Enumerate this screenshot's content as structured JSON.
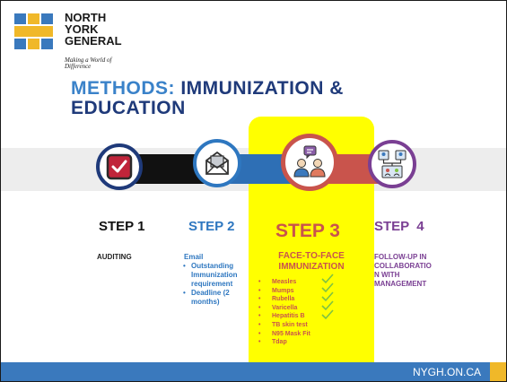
{
  "logo": {
    "lines": [
      "NORTH",
      "YORK",
      "GENERAL"
    ],
    "tagline": "Making a World of Difference"
  },
  "title": {
    "accent": "METHODS:",
    "rest": " IMMUNIZATION &",
    "line2": "EDUCATION"
  },
  "steps": [
    {
      "label": "STEP 1",
      "desc": "AUDITING",
      "icon": "checkbox-icon"
    },
    {
      "label": "STEP 2",
      "desc_head": "Email",
      "bullets": [
        "Outstanding Immunization requirement",
        "Deadline (2 months)"
      ],
      "icon": "envelope-icon"
    },
    {
      "label": "STEP 3",
      "desc_head": "FACE-TO-FACE IMMUNIZATION",
      "icon": "meeting-icon"
    },
    {
      "label": "STEP  4",
      "desc": "FOLLOW-UP IN COLLABORATIO N WITH MANAGEMENT",
      "icon": "org-chart-icon"
    }
  ],
  "vaccines": [
    "Measles",
    "Mumps",
    "Rubella",
    "Varicella",
    "Hepatitis B",
    "TB skin test",
    "N95 Mask Fit",
    "Tdap"
  ],
  "footer": {
    "url": "NYGH.ON.CA"
  },
  "colors": {
    "navy": "#1f3a7a",
    "blue": "#2e77c0",
    "red": "#c9544c",
    "purple": "#7a3f93",
    "highlight": "#ffff00",
    "check": "#7fc241",
    "footer": "#3a79bd",
    "footer_accent": "#f0b829"
  }
}
